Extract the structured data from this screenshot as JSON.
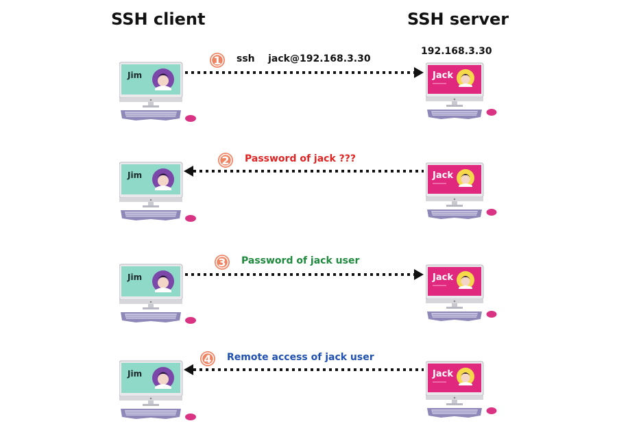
{
  "headers": {
    "client": "SSH client",
    "server": "SSH server"
  },
  "server_ip": "192.168.3.30",
  "client_user": "Jim",
  "server_user": "Jack",
  "steps": [
    {
      "number": "1",
      "message": "ssh    jack@192.168.3.30",
      "direction": "to-server",
      "color": "#111111"
    },
    {
      "number": "2",
      "message": "Password of jack ???",
      "direction": "to-client",
      "color": "#e02424"
    },
    {
      "number": "3",
      "message": "Password of jack user",
      "direction": "to-server",
      "color": "#1e8a3c"
    },
    {
      "number": "4",
      "message": "Remote access of jack user",
      "direction": "to-client",
      "color": "#1f4fb0"
    }
  ],
  "colors": {
    "client_screen": "#8fd9c9",
    "server_screen": "#e0287e",
    "step_badge": "#f08462",
    "keyboard": "#8e88b8",
    "mouse": "#d93384"
  }
}
